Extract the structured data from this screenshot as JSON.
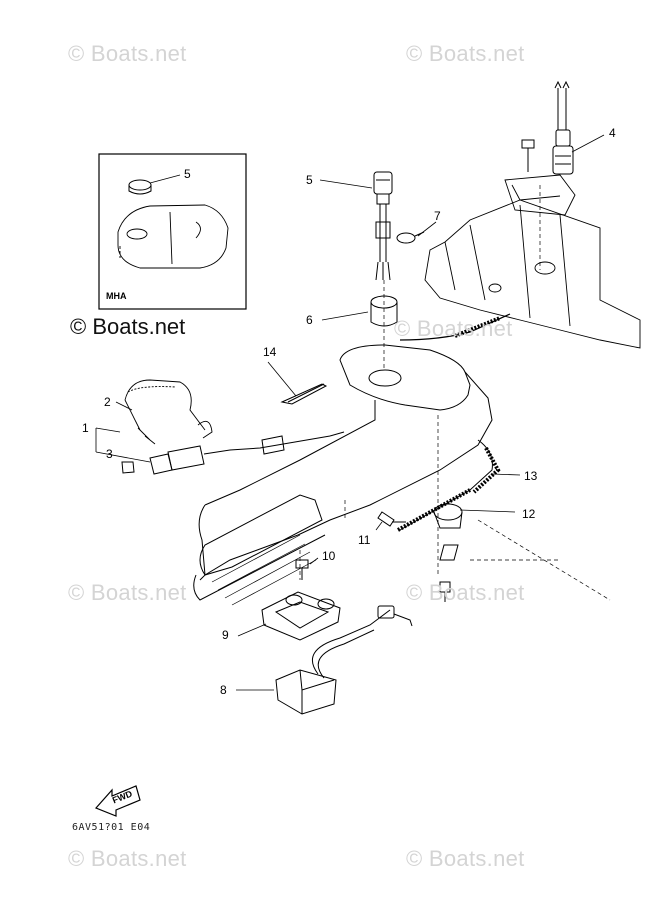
{
  "watermarks": {
    "top_left": "© Boats.net",
    "top_right": "© Boats.net",
    "main": "© Boats.net",
    "mid_right": "© Boats.net",
    "mid_left": "© Boats.net",
    "lower_right": "© Boats.net",
    "bottom_left": "© Boats.net",
    "bottom_right": "© Boats.net"
  },
  "inset": {
    "label": "MHA",
    "callout": "5"
  },
  "callouts": [
    "1",
    "2",
    "3",
    "4",
    "5",
    "6",
    "7",
    "8",
    "9",
    "10",
    "11",
    "12",
    "13",
    "14"
  ],
  "fwd_label": "FWD",
  "part_code": "6AV51?01 E04",
  "colors": {
    "line": "#000000",
    "watermark": "#d4d4d4"
  }
}
